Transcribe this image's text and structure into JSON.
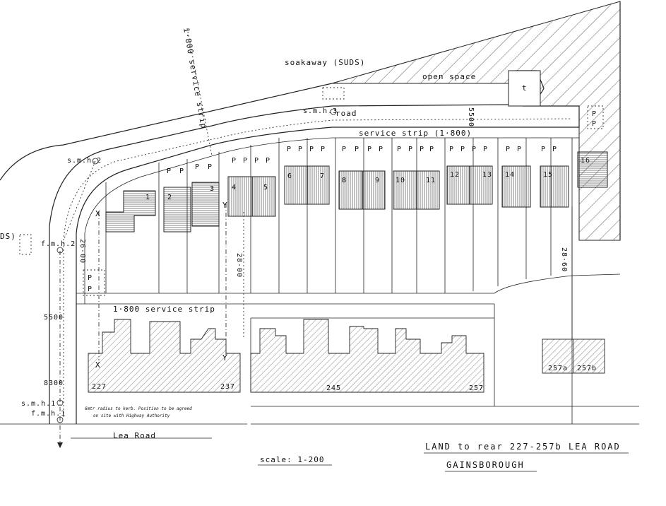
{
  "labels": {
    "soakaway": "soakaway (SUDS)",
    "open_space": "open space",
    "turning_t": "t",
    "service_strip_top": "service strip (1·800)",
    "service_strip_left": "1·800 service strip",
    "service_diag": "1·800 service strip",
    "road": "road",
    "smh3": "s.m.h.3",
    "smh2": "s.m.h.2",
    "smh1": "s.m.h.1",
    "fmh2": "f.m.h.2",
    "fmh1": "f.m.h.1",
    "suds_left": "DS)",
    "dim_5500_top": "5500",
    "dim_5500_left": "5500",
    "dim_2600": "26·00",
    "dim_2800": "28·00",
    "dim_2860": "28·60",
    "dim_8300": "8300",
    "sec_x_top": "X",
    "sec_x_bottom": "X",
    "sec_y_top": "Y",
    "sec_y_bottom": "Y",
    "lea_road": "Lea Road",
    "scale": "scale: 1-200",
    "title_line1": "LAND to rear 227-257b LEA ROAD",
    "title_line2": "GAINSBOROUGH",
    "note_line1": "6mtr radius to kerb. Position to be agreed",
    "note_line2": "on site with Highway Authority",
    "existing_227": "227",
    "existing_237": "237",
    "existing_245": "245",
    "existing_257": "257",
    "existing_257a": "257a",
    "existing_257b": "257b",
    "parking_p": "P"
  },
  "plots": [
    "1",
    "2",
    "3",
    "4",
    "5",
    "6",
    "7",
    "8",
    "9",
    "10",
    "11",
    "12",
    "13",
    "14",
    "15",
    "16"
  ]
}
